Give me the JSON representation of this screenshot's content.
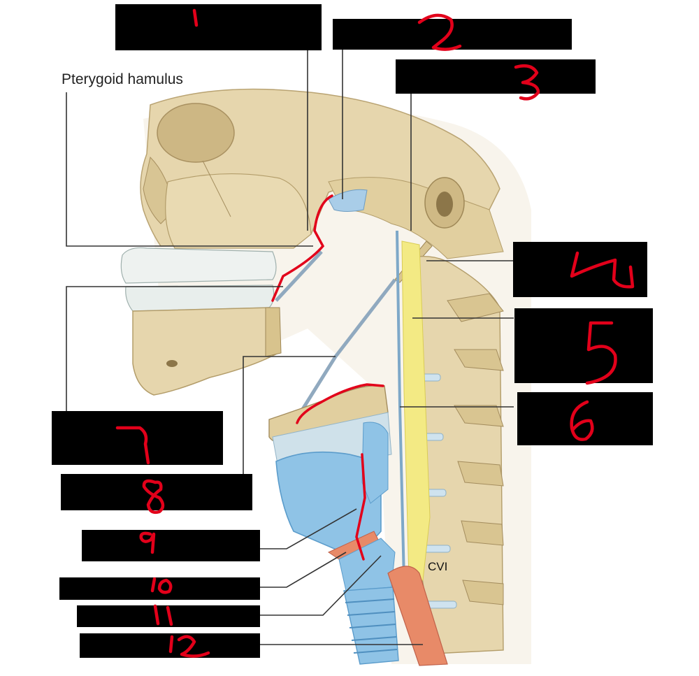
{
  "figure": {
    "labels": {
      "pterygoid_hamulus": "Pterygoid hamulus",
      "vertebra_c6": "CVI"
    },
    "handwritten_numbers": [
      "1",
      "2",
      "3",
      "4",
      "5",
      "6",
      "7",
      "8",
      "9",
      "10",
      "11",
      "12"
    ],
    "colors": {
      "bone": "#e6d6ad",
      "bone_shadow": "#c9b482",
      "teeth": "#eef2f0",
      "cartilage": "#8fc3e6",
      "cartilage_dark": "#5b9ccb",
      "muscle": "#e88a68",
      "ligament_yellow": "#f3ea84",
      "ligament_red": "#e2001a",
      "label_box": "#000000"
    }
  }
}
